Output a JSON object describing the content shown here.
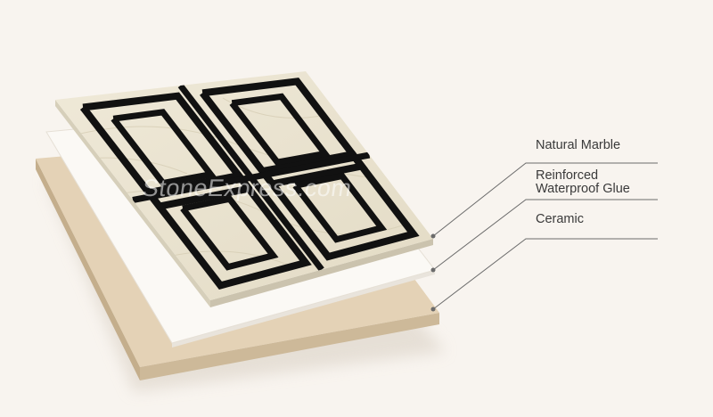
{
  "layers": [
    {
      "id": "natural-marble",
      "lines": [
        "Natural Marble"
      ]
    },
    {
      "id": "glue",
      "lines": [
        "Reinforced",
        "Waterproof Glue"
      ]
    },
    {
      "id": "ceramic",
      "lines": [
        "Ceramic"
      ]
    }
  ],
  "watermark": "StoneExpress.com",
  "colors": {
    "background": "#f8f4ef",
    "marble": "#e9e2cf",
    "inlay": "#111111",
    "glue": "#faf8f4",
    "ceramic": "#e4d2b6",
    "ceramic_edge": "#c9b596",
    "leader": "#6b6b6b",
    "label": "#3a3a3a"
  }
}
